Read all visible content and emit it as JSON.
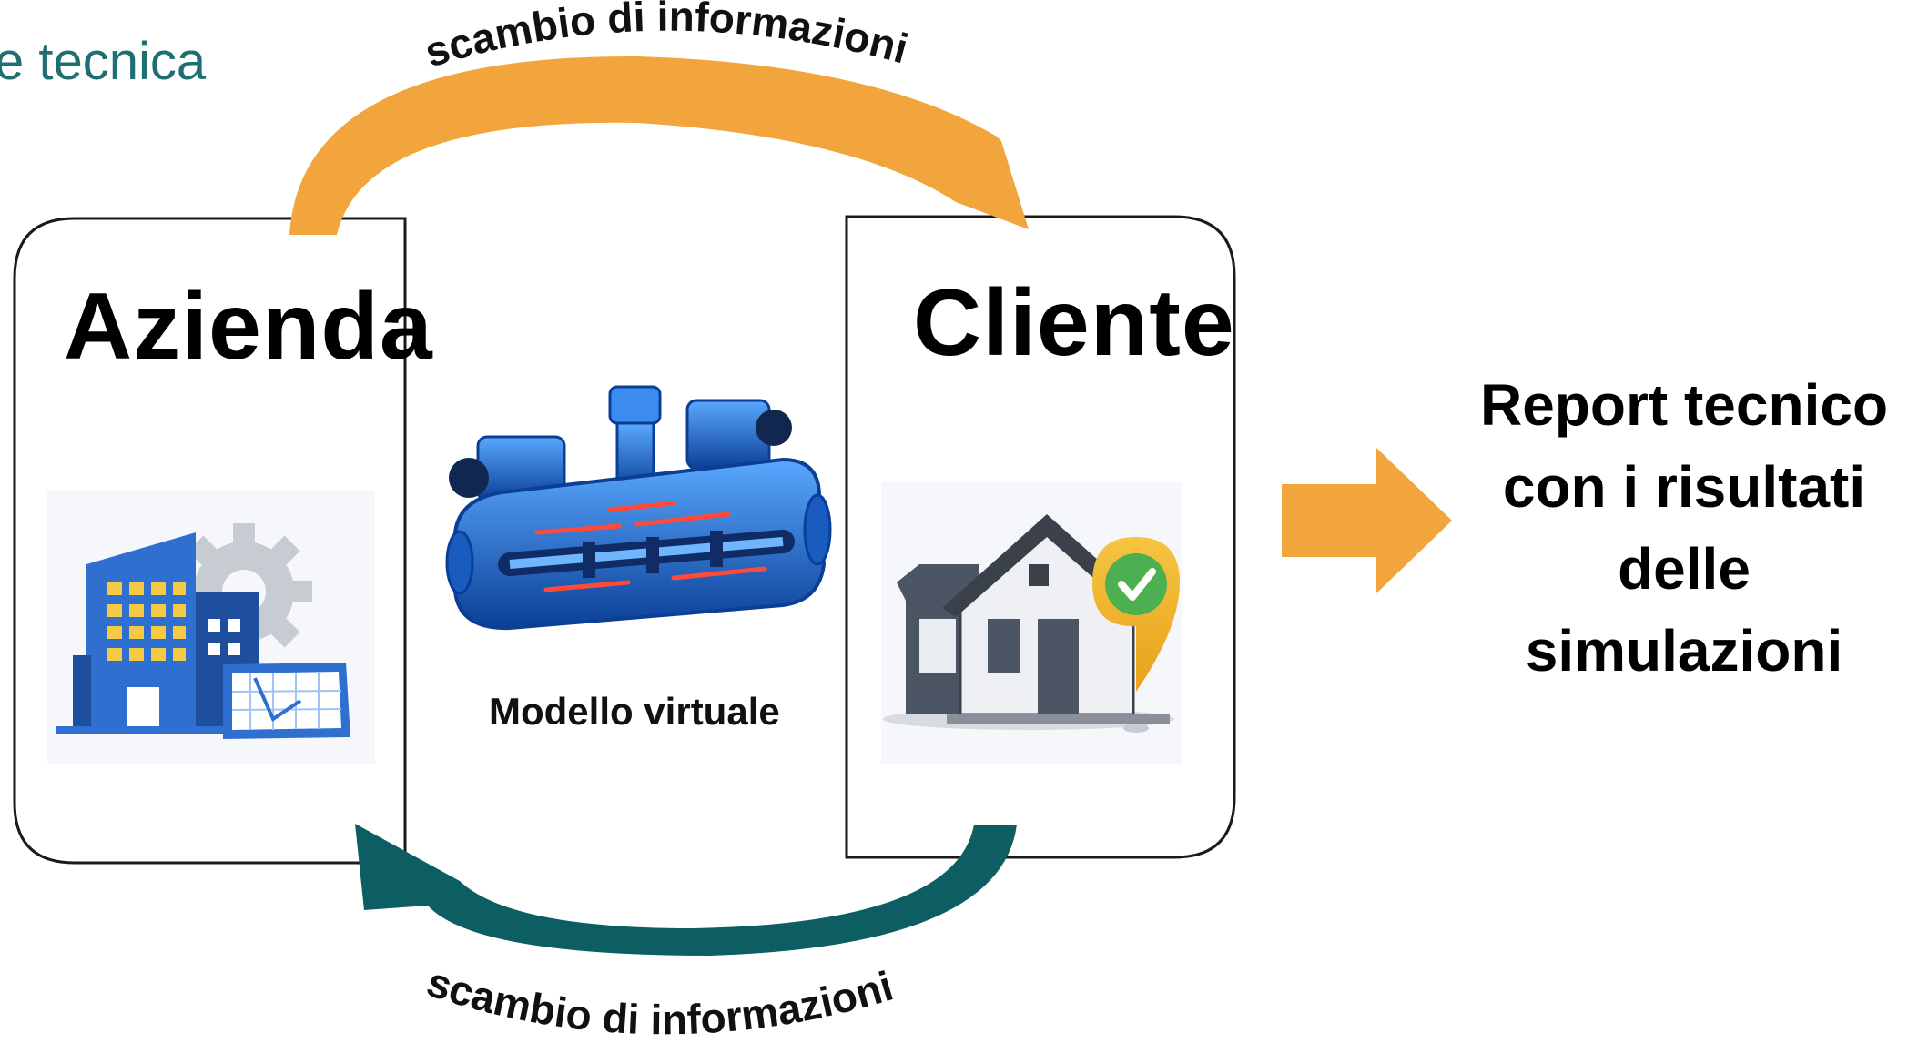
{
  "heading_fragment": "e tecnica",
  "top_arrow_label": "scambio di informazioni",
  "bottom_arrow_label": "scambio di informazioni",
  "company": {
    "title": "Azienda",
    "illustration": "office-building-with-gear-and-blueprint"
  },
  "model": {
    "label": "Modello virtuale",
    "illustration": "hydraulic-valve-3d-model"
  },
  "client": {
    "title": "Cliente",
    "illustration": "house-with-location-check-pin"
  },
  "result": {
    "lines": [
      "Report tecnico",
      "con i risultati",
      "delle",
      "simulazioni"
    ]
  },
  "colors": {
    "orange": "#F2A53C",
    "teal": "#0D5E62",
    "heading": "#1F6E72"
  }
}
